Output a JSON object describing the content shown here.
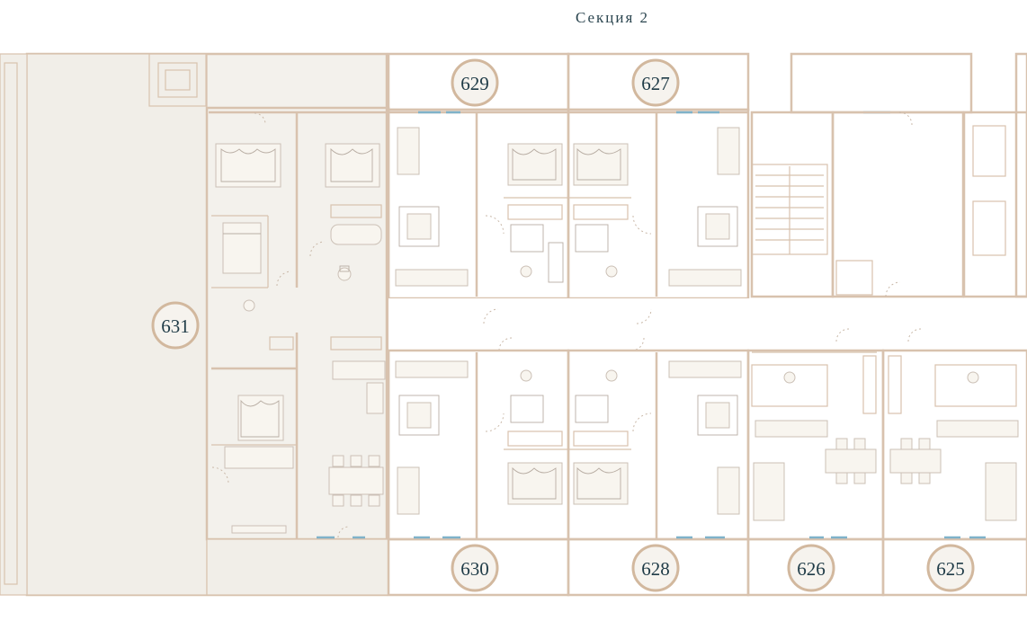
{
  "section": {
    "title": "Секция 2"
  },
  "units": [
    {
      "id": "631",
      "label": "631"
    },
    {
      "id": "629",
      "label": "629"
    },
    {
      "id": "627",
      "label": "627"
    },
    {
      "id": "630",
      "label": "630"
    },
    {
      "id": "628",
      "label": "628"
    },
    {
      "id": "626",
      "label": "626"
    },
    {
      "id": "625",
      "label": "625"
    }
  ],
  "colors": {
    "floor": "#f3f1ec",
    "wall": "#d8c2ae",
    "label_ring": "#d2b89e",
    "label_text": "#1f3b47",
    "window": "#7fb2c9"
  }
}
